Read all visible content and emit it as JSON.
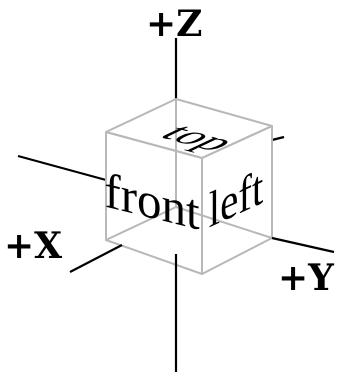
{
  "axes": {
    "z_label": "+Z",
    "x_label": "+X",
    "y_label": "+Y"
  },
  "cube_faces": {
    "top_label": "top",
    "front_label": "front",
    "left_label": "left"
  },
  "colors": {
    "axis": "#000000",
    "cube_edge": "#b8b8b8",
    "face_fill": "#f0f0f0",
    "top_fill": "#f5f5f5"
  }
}
